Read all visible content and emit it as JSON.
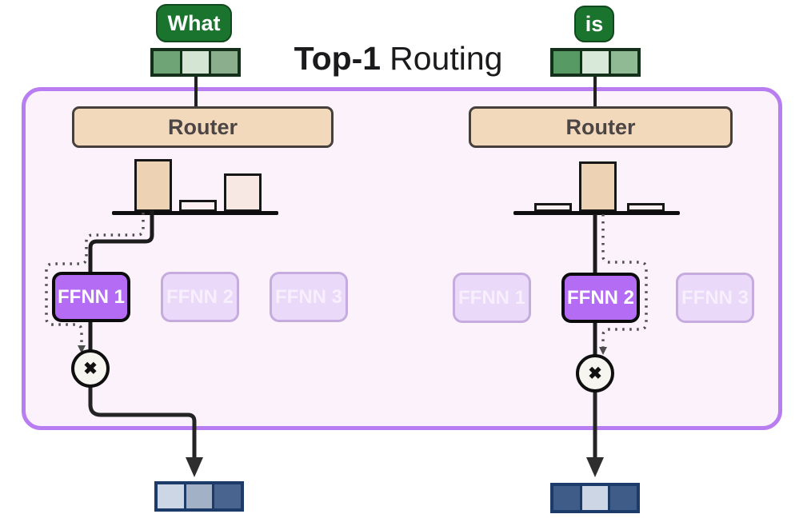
{
  "title": {
    "bold": "Top-1",
    "regular": "Routing"
  },
  "tokens": [
    {
      "label": "What",
      "cells": [
        "#6fa476",
        "#d5e5d3",
        "#8bae8d"
      ]
    },
    {
      "label": "is",
      "cells": [
        "#579a64",
        "#d9e9d9",
        "#8fba94"
      ]
    }
  ],
  "routers": [
    {
      "label": "Router"
    },
    {
      "label": "Router"
    }
  ],
  "charts": [
    {
      "token": "What",
      "values": [
        0.85,
        0.19,
        0.62
      ],
      "selected_index": 0,
      "bar_colors": [
        "#eed2b4",
        "#fcf0f2",
        "#f8e8e3"
      ]
    },
    {
      "token": "is",
      "values": [
        0.14,
        0.81,
        0.14
      ],
      "selected_index": 1,
      "bar_colors": [
        "#fcf0f2",
        "#eed2b4",
        "#fcf0f2"
      ]
    }
  ],
  "expert_groups": [
    {
      "experts": [
        {
          "label": "FFNN 1",
          "active": true
        },
        {
          "label": "FFNN 2",
          "active": false
        },
        {
          "label": "FFNN 3",
          "active": false
        }
      ]
    },
    {
      "experts": [
        {
          "label": "FFNN 1",
          "active": false
        },
        {
          "label": "FFNN 2",
          "active": true
        },
        {
          "label": "FFNN 3",
          "active": false
        }
      ]
    }
  ],
  "multiply_symbol": "✖",
  "outputs": [
    {
      "cells": [
        "#ccd6e4",
        "#a3b1c6",
        "#48648f"
      ]
    },
    {
      "cells": [
        "#3f5c88",
        "#ccd6e4",
        "#3f5c88"
      ]
    }
  ],
  "palette": {
    "container_border": "#b87df0",
    "container_fill": "#fcf2fc",
    "token_green": "#1b742e",
    "router_fill": "#f3d9bb",
    "active_expert": "#b56cf4",
    "faded_expert": "#ead9f8",
    "wire": "#212121",
    "output_border": "#1d3b69"
  }
}
